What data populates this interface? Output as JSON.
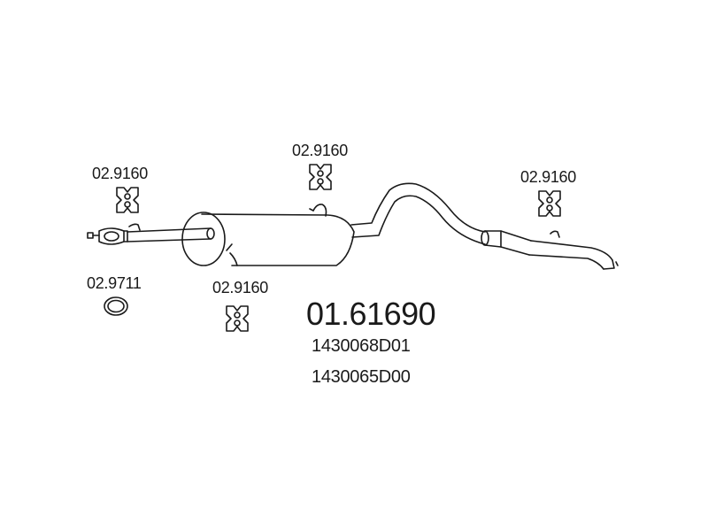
{
  "part_number": "01.61690",
  "oem_numbers": [
    "1430068D01",
    "1430065D00"
  ],
  "components": {
    "hanger_front": "02.9160",
    "hanger_middle": "02.9160",
    "hanger_rear": "02.9160",
    "hanger_lower": "02.9160",
    "gasket_ring": "02.9711"
  },
  "colors": {
    "line": "#1a1a1a",
    "background": "#ffffff"
  }
}
